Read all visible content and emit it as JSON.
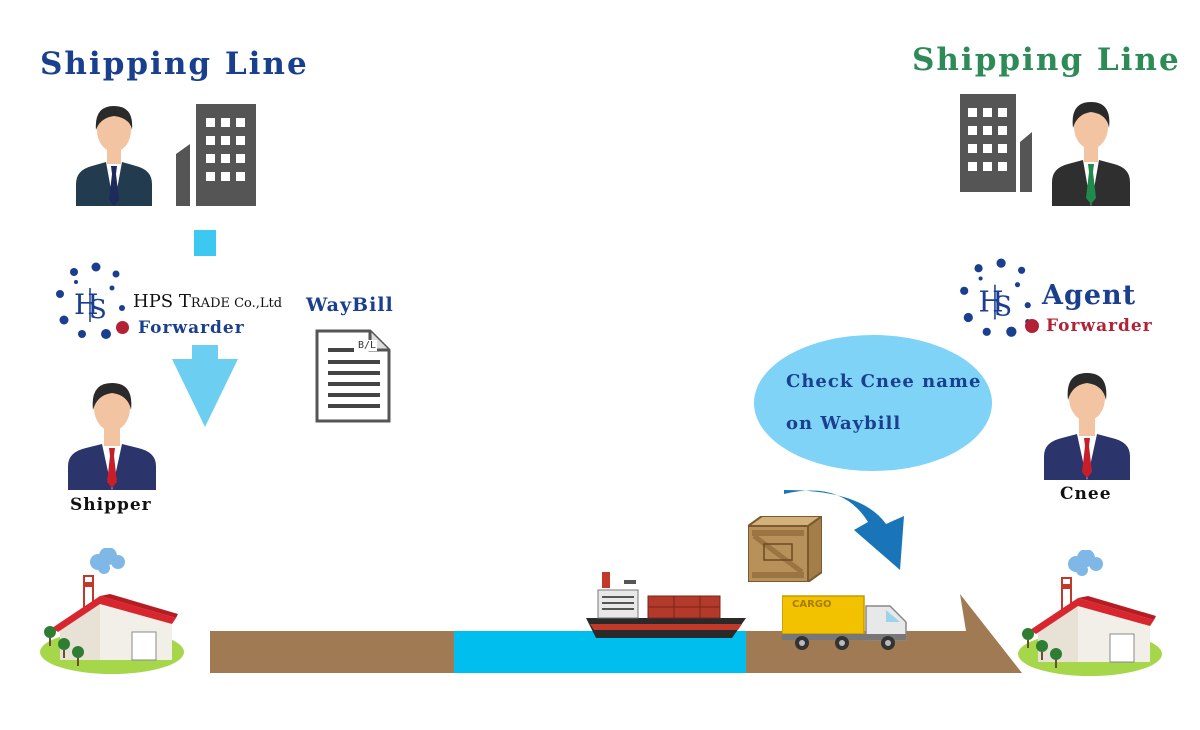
{
  "left": {
    "title": "Shipping Line",
    "company_name": "HPS",
    "company_suffix_big_t": "T",
    "company_suffix_rest": "RADE Co.,Ltd",
    "role": "Forwarder",
    "document_label": "WayBill",
    "document_icon_text": "B/L",
    "person_label": "Shipper"
  },
  "right": {
    "title": "Shipping Line",
    "agent_label": "Agent",
    "role": "Forwarder",
    "person_label": "Cnee"
  },
  "bubble": {
    "line1": "Check Cnee name",
    "line2": "on Waybill"
  },
  "truck_text": "CARGO",
  "colors": {
    "blue_title": "#1a3f8f",
    "green_title": "#2e8b57",
    "forwarder_blue": "#1a3f8f",
    "forwarder_red": "#b22234",
    "ground": "#a07a52",
    "water": "#00bfef",
    "bubble": "#7fd3f7",
    "arrow_light": "#6ccff2",
    "arrow_dark": "#1a75b8",
    "building": "#555555"
  }
}
